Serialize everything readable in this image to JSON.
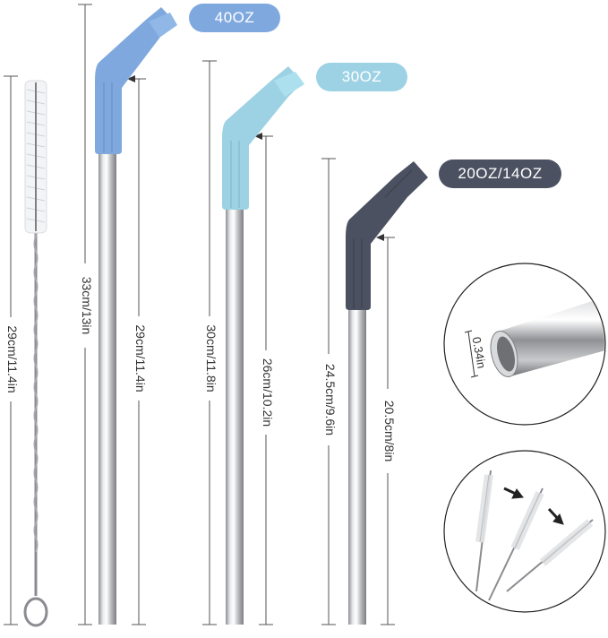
{
  "badges": {
    "oz40": "40OZ",
    "oz30": "30OZ",
    "oz20": "20OZ/14OZ"
  },
  "measurements": {
    "brush": "29cm/11.4in",
    "straw40_total": "33cm/13in",
    "straw40_metal": "29cm/11.4in",
    "straw30_total": "30cm/11.8in",
    "straw30_metal": "26cm/10.2in",
    "straw20_total": "24.5cm/9.6in",
    "straw20_metal": "20.5cm/8in",
    "diameter": "0.34in"
  },
  "colors": {
    "silicone_blue": "#7fa9de",
    "silicone_light_blue": "#9dd2e4",
    "silicone_dark": "#4b5160",
    "steel": "#c7c9cc"
  }
}
